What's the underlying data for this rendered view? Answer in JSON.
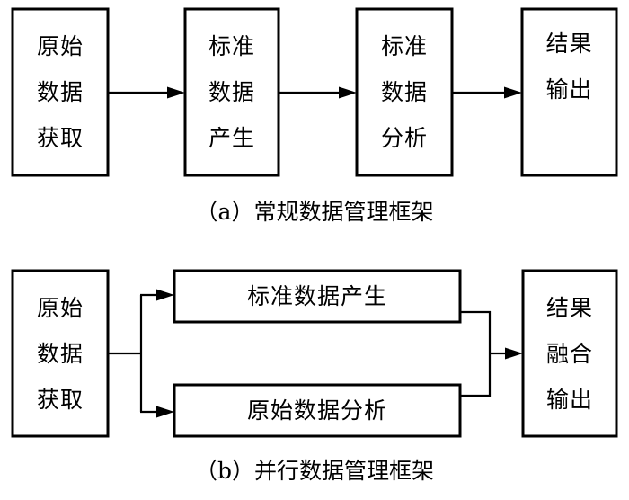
{
  "figure": {
    "background_color": "#ffffff",
    "line_color": "#000000",
    "panels": [
      {
        "id": "panel-a",
        "caption": "（a）常规数据管理框架",
        "boxes": [
          {
            "id": "a-box-1",
            "lines": [
              "原始",
              "数据",
              "获取"
            ]
          },
          {
            "id": "a-box-2",
            "lines": [
              "标准",
              "数据",
              "产生"
            ]
          },
          {
            "id": "a-box-3",
            "lines": [
              "标准",
              "数据",
              "分析"
            ]
          },
          {
            "id": "a-box-4",
            "lines": [
              "结果",
              "输出"
            ]
          }
        ],
        "arrows": [
          {
            "id": "a-arrow-1",
            "from": "a-box-1",
            "to": "a-box-2"
          },
          {
            "id": "a-arrow-2",
            "from": "a-box-2",
            "to": "a-box-3"
          },
          {
            "id": "a-arrow-3",
            "from": "a-box-3",
            "to": "a-box-4"
          }
        ]
      },
      {
        "id": "panel-b",
        "caption": "（b）并行数据管理框架",
        "boxes": [
          {
            "id": "b-box-source",
            "lines": [
              "原始",
              "数据",
              "获取"
            ]
          },
          {
            "id": "b-box-upper",
            "lines": [
              "标准数据产生"
            ]
          },
          {
            "id": "b-box-lower",
            "lines": [
              "原始数据分析"
            ]
          },
          {
            "id": "b-box-output",
            "lines": [
              "结果",
              "融合",
              "输出"
            ]
          }
        ],
        "arrows": [
          {
            "id": "b-arrow-split-upper",
            "from": "b-box-source",
            "to": "b-box-upper"
          },
          {
            "id": "b-arrow-split-lower",
            "from": "b-box-source",
            "to": "b-box-lower"
          },
          {
            "id": "b-arrow-merge",
            "from": "b-box-upper,b-box-lower",
            "to": "b-box-output"
          }
        ]
      }
    ]
  }
}
